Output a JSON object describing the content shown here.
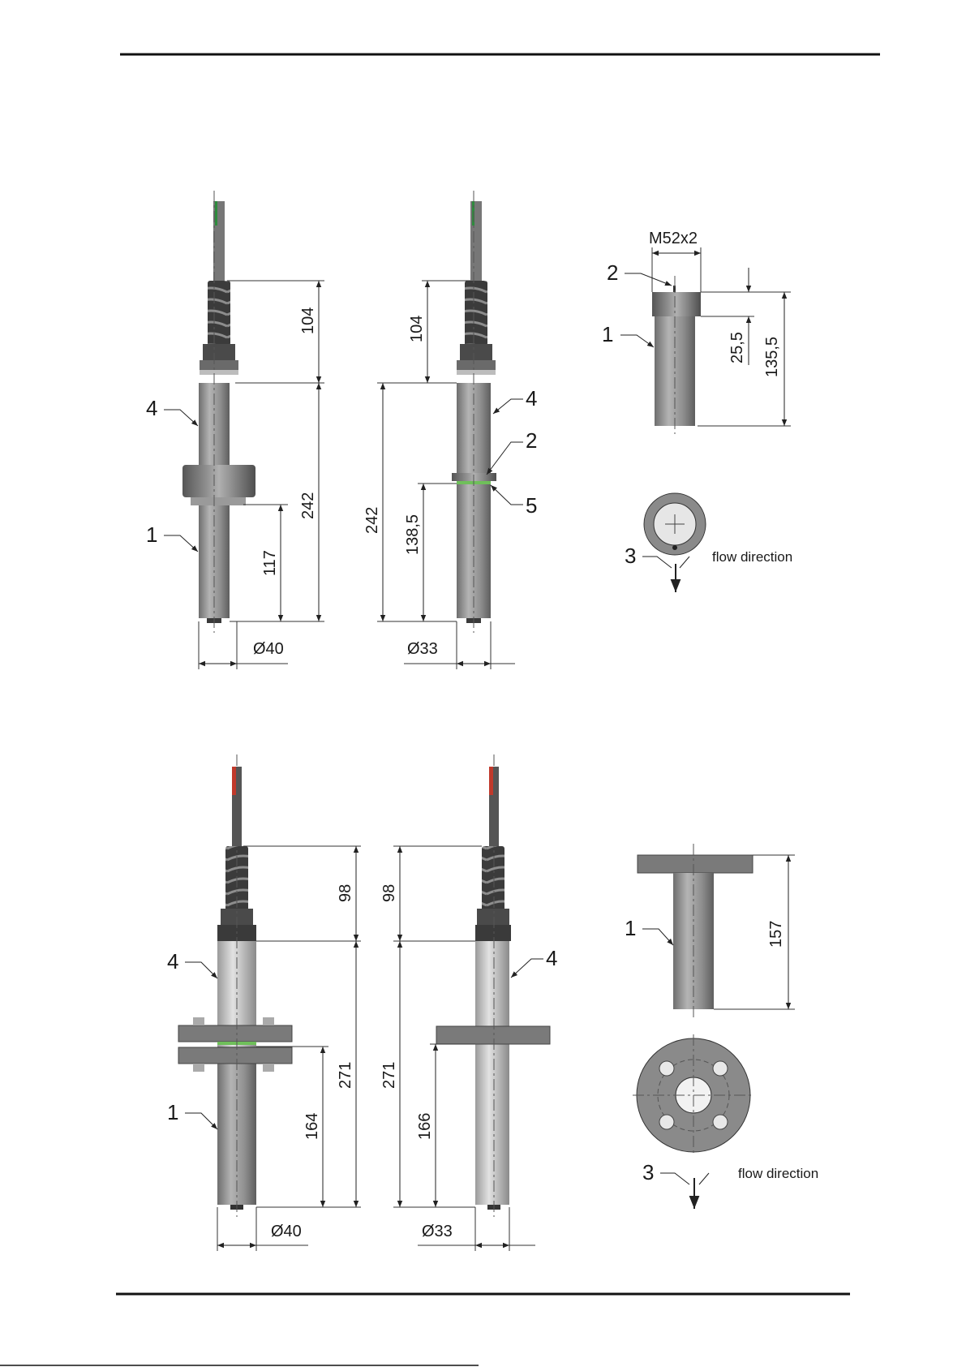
{
  "colors": {
    "body_gray": "#9a9a9a",
    "body_light": "#c8c8c8",
    "dark": "#3a3a3a",
    "line": "#222222",
    "gasket_green": "#6fbf5a",
    "cable_red": "#c0392b",
    "cable_green": "#2e8b3d"
  },
  "top": {
    "left_view": {
      "dims": {
        "spring": "104",
        "total": "242",
        "lower": "117",
        "dia": "Ø40"
      },
      "callouts": {
        "c4": "4",
        "c1": "1"
      }
    },
    "mid_view": {
      "dims": {
        "spring": "104",
        "total": "242",
        "lower": "138,5",
        "dia": "Ø33"
      },
      "callouts": {
        "c4": "4",
        "c2": "2",
        "c5": "5"
      }
    },
    "right_view": {
      "thread": "M52x2",
      "dims": {
        "head": "25,5",
        "total": "135,5"
      },
      "callouts": {
        "c2": "2",
        "c1": "1",
        "c3": "3"
      },
      "flow_label": "flow direction"
    }
  },
  "bottom": {
    "left_view": {
      "dims": {
        "spring": "98",
        "total": "271",
        "lower": "164",
        "dia": "Ø40"
      },
      "callouts": {
        "c4": "4",
        "c1": "1"
      }
    },
    "mid_view": {
      "dims": {
        "spring": "98",
        "total": "271",
        "lower": "166",
        "dia": "Ø33"
      },
      "callouts": {
        "c4": "4"
      }
    },
    "right_view": {
      "dims": {
        "total": "157"
      },
      "callouts": {
        "c1": "1",
        "c3": "3"
      },
      "flow_label": "flow direction"
    }
  }
}
